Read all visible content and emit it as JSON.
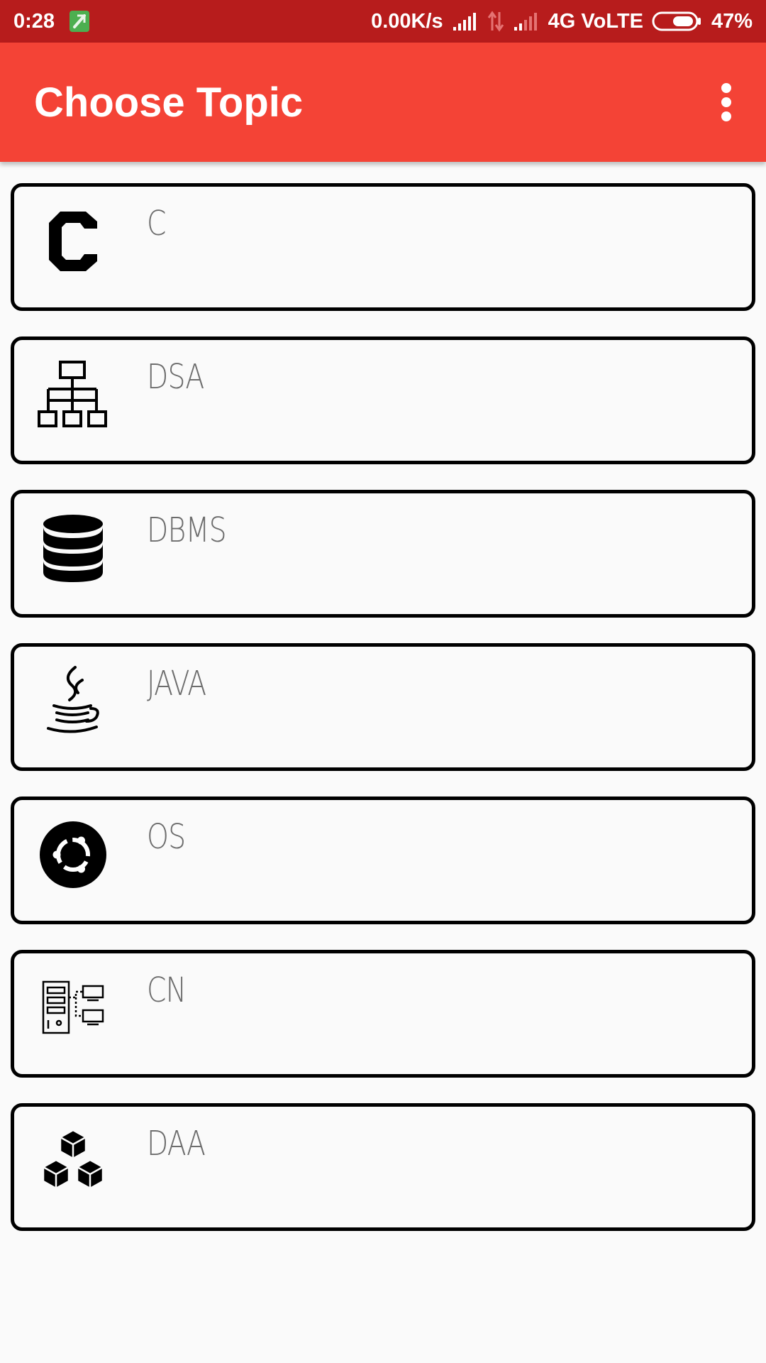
{
  "status_bar": {
    "time": "0:28",
    "speed": "0.00K/s",
    "network": "4G VoLTE",
    "battery": "47%"
  },
  "app_bar": {
    "title": "Choose Topic",
    "menu_icon": "more-vert-icon"
  },
  "topics": [
    {
      "label": "C",
      "icon": "c-language-icon"
    },
    {
      "label": "DSA",
      "icon": "hierarchy-icon"
    },
    {
      "label": "DBMS",
      "icon": "database-icon"
    },
    {
      "label": "JAVA",
      "icon": "java-cup-icon"
    },
    {
      "label": "OS",
      "icon": "ubuntu-icon"
    },
    {
      "label": "CN",
      "icon": "computer-network-icon"
    },
    {
      "label": "DAA",
      "icon": "cubes-icon"
    }
  ],
  "colors": {
    "status_bar": "#b71c1c",
    "app_bar": "#f44336",
    "background": "#fafafa",
    "card_border": "#000000",
    "label_text": "#6d6d6d"
  }
}
